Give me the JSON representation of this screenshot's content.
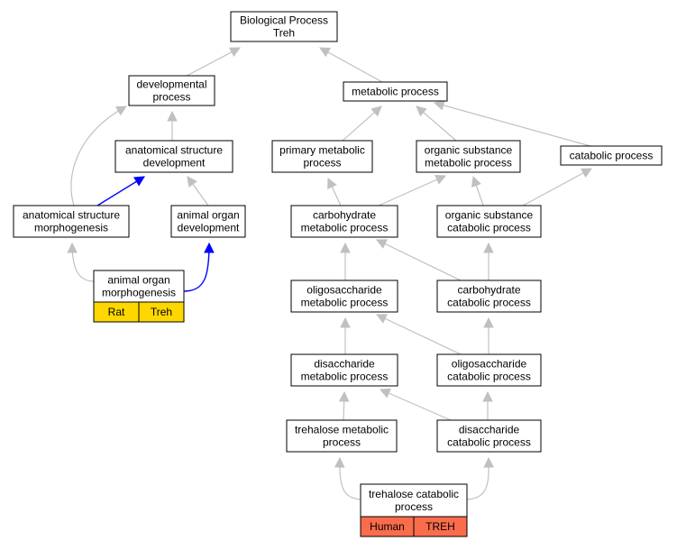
{
  "colors": {
    "edge_default": "#c0c0c0",
    "edge_highlight": "#0000ff",
    "rat_annotation": "#ffd700",
    "human_annotation": "#fa6c4c"
  },
  "nodes": {
    "bp": [
      "Biological Process",
      "Treh"
    ],
    "dev": [
      "developmental",
      "process"
    ],
    "met": [
      "metabolic process"
    ],
    "asd": [
      "anatomical structure",
      "development"
    ],
    "pmp": [
      "primary metabolic",
      "process"
    ],
    "osmp": [
      "organic substance",
      "metabolic process"
    ],
    "cat": [
      "catabolic process"
    ],
    "asm": [
      "anatomical structure",
      "morphogenesis"
    ],
    "aod": [
      "animal organ",
      "development"
    ],
    "chmp": [
      "carbohydrate",
      "metabolic process"
    ],
    "oscp": [
      "organic substance",
      "catabolic process"
    ],
    "aom": [
      "animal organ",
      "morphogenesis"
    ],
    "olmp": [
      "oligosaccharide",
      "metabolic process"
    ],
    "chcp": [
      "carbohydrate",
      "catabolic process"
    ],
    "dimp": [
      "disaccharide",
      "metabolic process"
    ],
    "olcp": [
      "oligosaccharide",
      "catabolic process"
    ],
    "tmp": [
      "trehalose metabolic",
      "process"
    ],
    "dicp": [
      "disaccharide",
      "catabolic process"
    ],
    "tcp": [
      "trehalose catabolic",
      "process"
    ]
  },
  "annotations": {
    "aom": [
      "Rat",
      "Treh"
    ],
    "tcp": [
      "Human",
      "TREH"
    ]
  }
}
